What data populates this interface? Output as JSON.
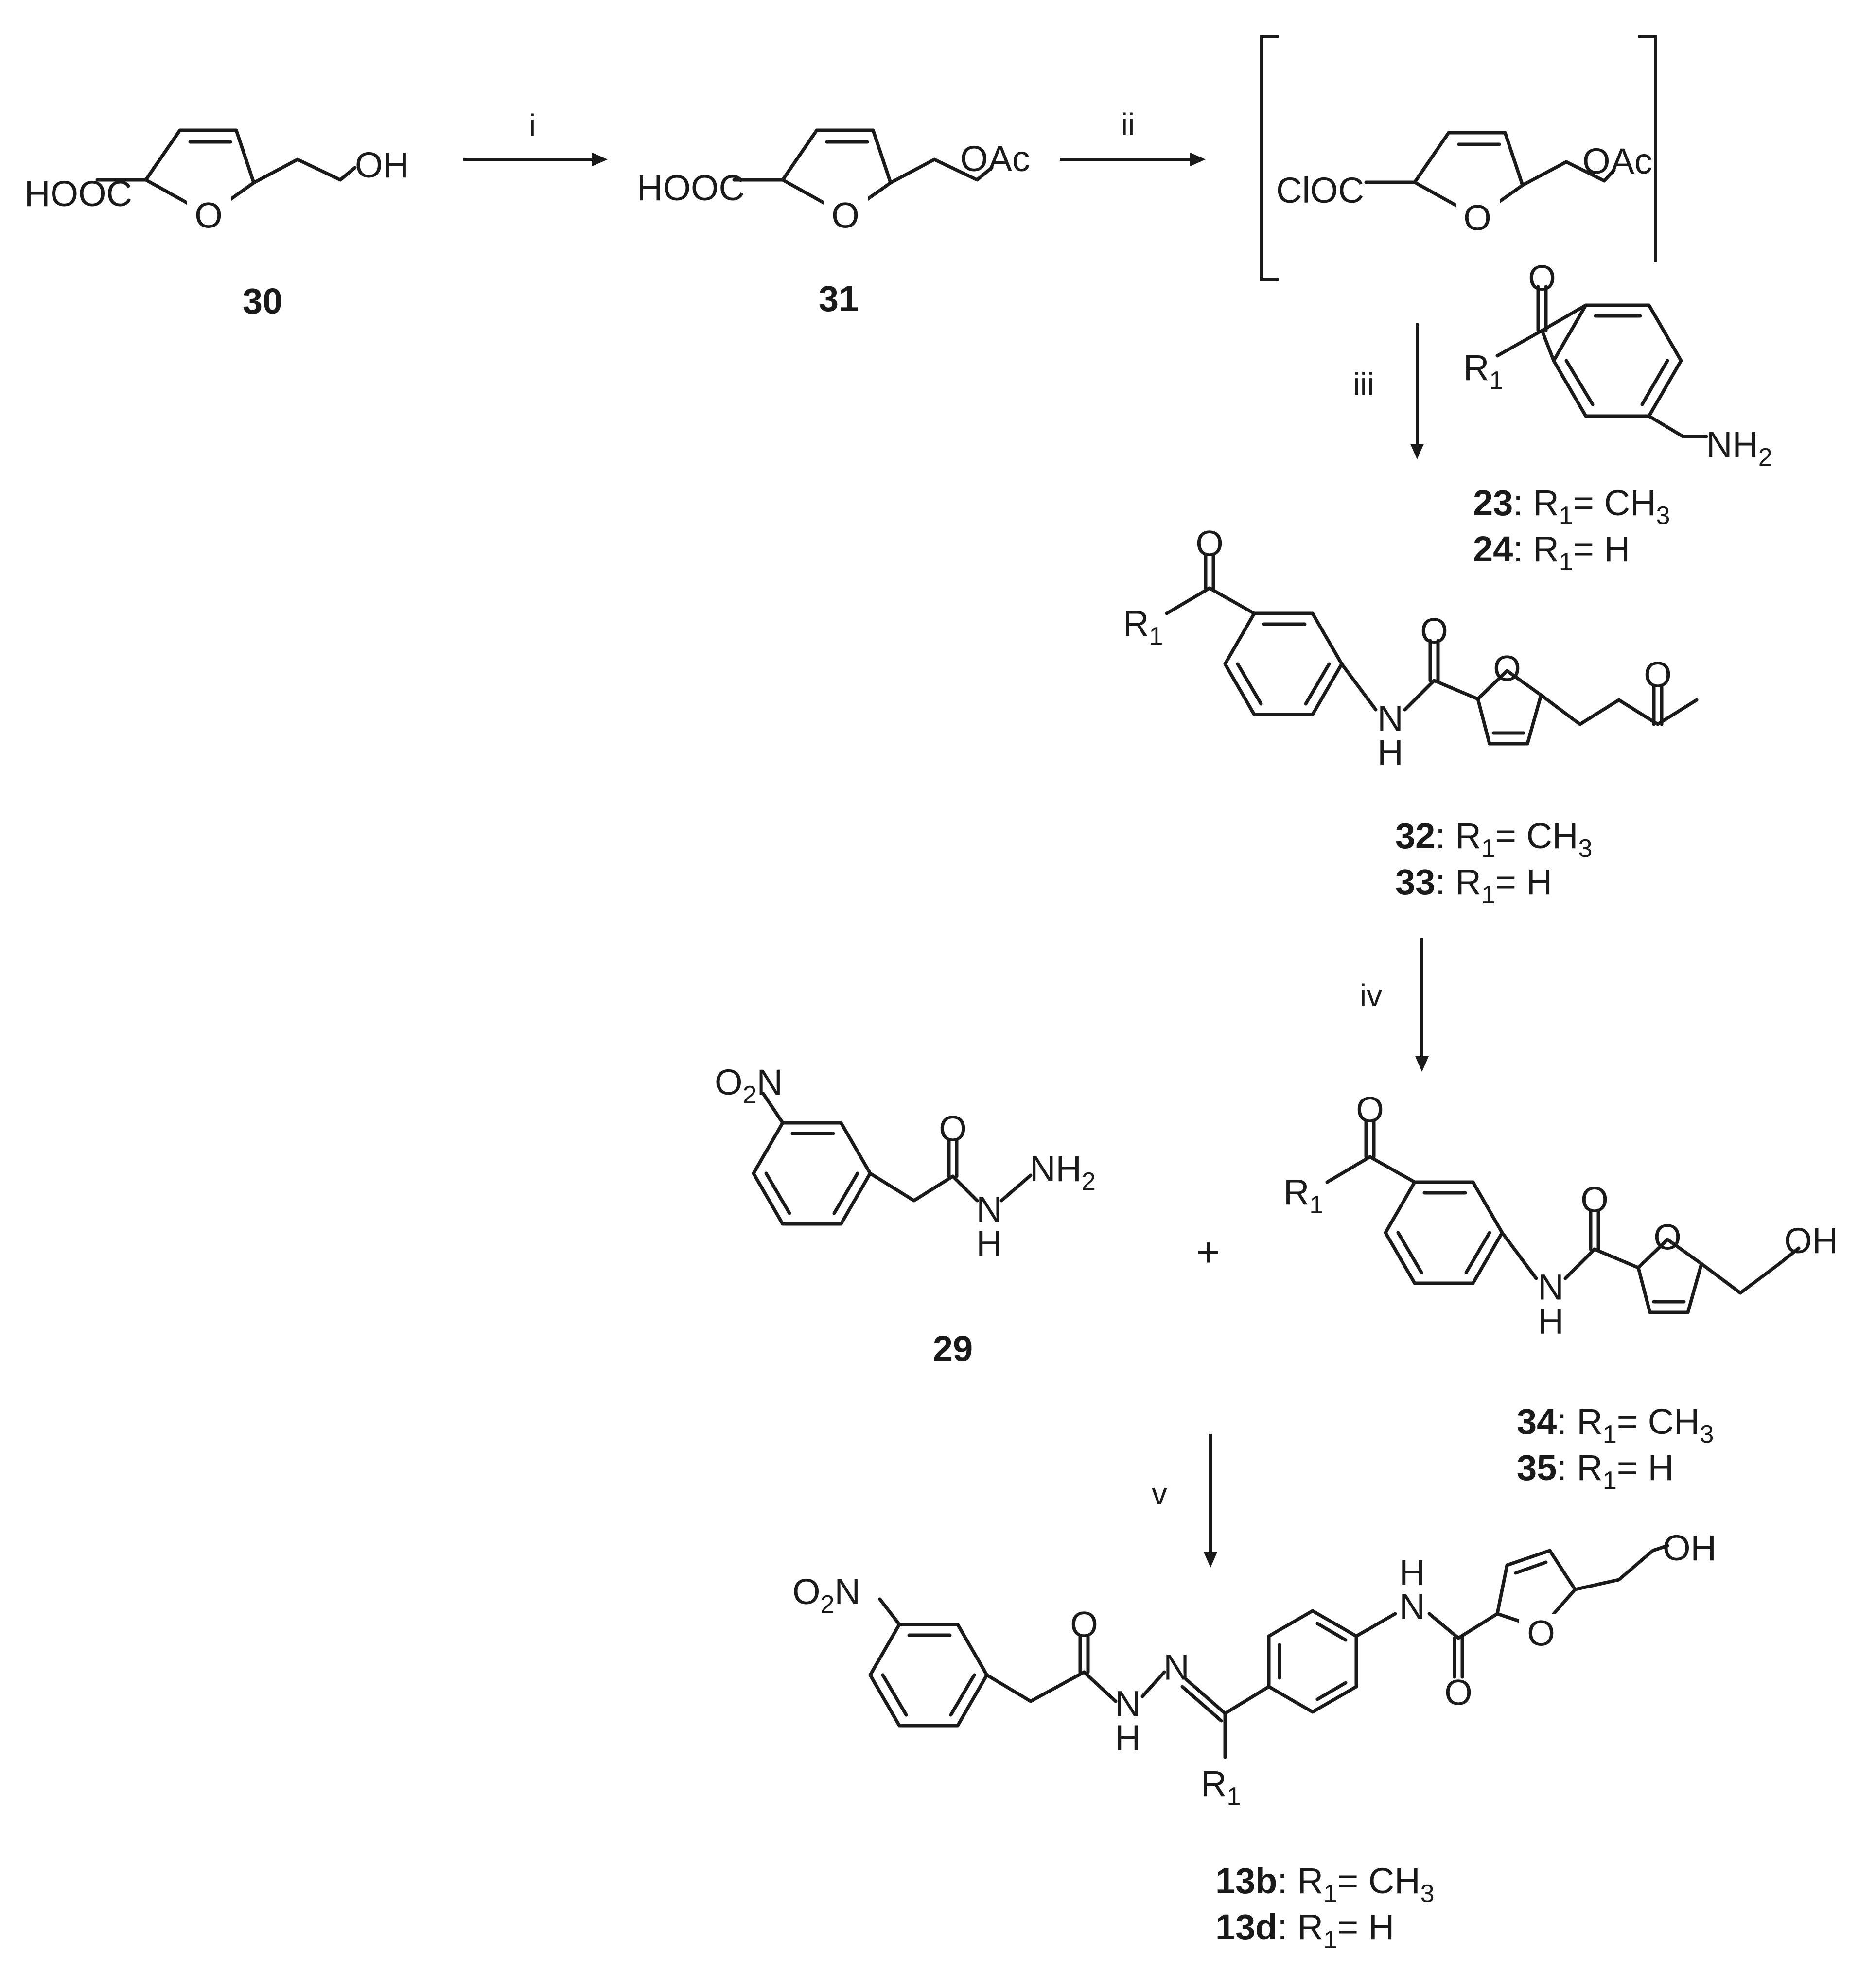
{
  "steps": {
    "i": "i",
    "ii": "ii",
    "iii": "iii",
    "iv": "iv",
    "v": "v"
  },
  "plus": "+",
  "atoms": {
    "hooc": "HOOC",
    "cloc": "ClOC",
    "o": "O",
    "oh": "OH",
    "oac": "OAc",
    "r": "R",
    "r_sub": "1",
    "n": "N",
    "nh": "NH",
    "h": "H",
    "nh2_main": "NH",
    "nh2_sub": "2",
    "o2n_main": "O",
    "o2n_sub": "2",
    "o2n_tail": "N"
  },
  "labels": {
    "c30": "30",
    "c31": "31",
    "c29": "29"
  },
  "captions": [
    {
      "id": "c23",
      "num": "23",
      "pre": ": R",
      "sub": "1",
      "mid": "= CH",
      "sub2": "3"
    },
    {
      "id": "c24",
      "num": "24",
      "pre": ": R",
      "sub": "1",
      "mid": "= H",
      "sub2": ""
    },
    {
      "id": "c32",
      "num": "32",
      "pre": ": R",
      "sub": "1",
      "mid": "= CH",
      "sub2": "3"
    },
    {
      "id": "c33",
      "num": "33",
      "pre": ": R",
      "sub": "1",
      "mid": "= H",
      "sub2": ""
    },
    {
      "id": "c34",
      "num": "34",
      "pre": ": R",
      "sub": "1",
      "mid": "= CH",
      "sub2": "3"
    },
    {
      "id": "c35",
      "num": "35",
      "pre": ": R",
      "sub": "1",
      "mid": "= H",
      "sub2": ""
    },
    {
      "id": "c13b",
      "num": "13b",
      "pre": ": R",
      "sub": "1",
      "mid": "= CH",
      "sub2": "3"
    },
    {
      "id": "c13d",
      "num": "13d",
      "pre": ": R",
      "sub": "1",
      "mid": "= H",
      "sub2": ""
    }
  ]
}
